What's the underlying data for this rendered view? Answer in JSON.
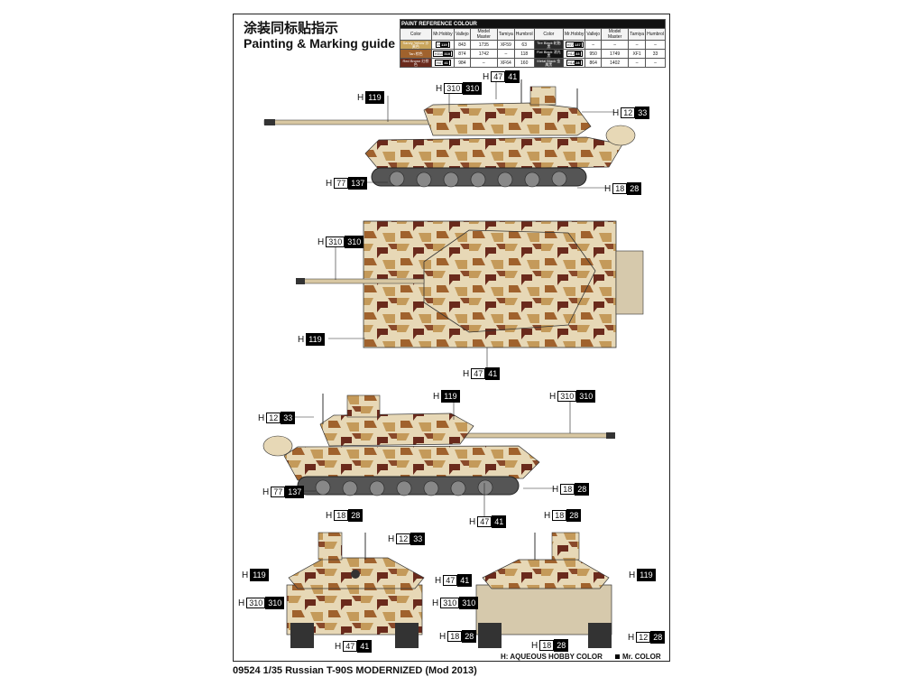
{
  "header": {
    "title_cn": "涂装同标贴指示",
    "title_en": "Painting & Marking guide"
  },
  "color_table": {
    "title": "PAINT REFERENCE COLOUR",
    "columns": [
      "Color",
      "Mr.Hobby",
      "Vallejo",
      "Model Master",
      "Tamiya",
      "Humbrol"
    ],
    "left_rows": [
      {
        "name": "Sandy Yellow 沙黄色",
        "h": "H",
        "white": "",
        "black": "119",
        "vallejo": "843",
        "mm": "1735",
        "tamiya": "XF59",
        "humbrol": "63",
        "swatch": "#c9a55c"
      },
      {
        "name": "Tan 棕色",
        "h": "H",
        "white": "310",
        "black": "310",
        "vallejo": "874",
        "mm": "1742",
        "tamiya": "–",
        "humbrol": "118",
        "swatch": "#a0622d"
      },
      {
        "name": "Red Brown 红棕色",
        "h": "H",
        "white": "47",
        "black": "41",
        "vallejo": "984",
        "mm": "–",
        "tamiya": "XF64",
        "humbrol": "160",
        "swatch": "#6a2a1c"
      }
    ],
    "right_rows": [
      {
        "name": "Tire Black 轮胎黑",
        "h": "H",
        "white": "77",
        "black": "137",
        "vallejo": "–",
        "mm": "–",
        "tamiya": "–",
        "humbrol": "–",
        "swatch": "#2a2a2a"
      },
      {
        "name": "Flat Black 消光黑",
        "h": "H",
        "white": "12",
        "black": "33",
        "vallejo": "950",
        "mm": "1749",
        "tamiya": "XF1",
        "humbrol": "33",
        "swatch": "#111111"
      },
      {
        "name": "Metal Black 金属黑",
        "h": "H",
        "white": "18",
        "black": "28",
        "vallejo": "864",
        "mm": "1402",
        "tamiya": "–",
        "humbrol": "–",
        "swatch": "#3a3a3a"
      }
    ]
  },
  "callouts": {
    "side1_barrel": {
      "h": "H",
      "white": "",
      "black": "119"
    },
    "side1_turret": {
      "h": "H",
      "white": "310",
      "black": "310"
    },
    "side1_optic": {
      "h": "H",
      "white": "47",
      "black": "41"
    },
    "side1_rack": {
      "h": "H",
      "white": "12",
      "black": "33"
    },
    "side1_tracks": {
      "h": "H",
      "white": "77",
      "black": "137"
    },
    "side1_wheels": {
      "h": "H",
      "white": "18",
      "black": "28"
    },
    "top_hull": {
      "h": "H",
      "white": "310",
      "black": "310"
    },
    "top_barrel": {
      "h": "H",
      "white": "",
      "black": "119"
    },
    "top_bottom": {
      "h": "H",
      "white": "47",
      "black": "41"
    },
    "side2_rack": {
      "h": "H",
      "white": "12",
      "black": "33"
    },
    "side2_turret": {
      "h": "H",
      "white": "",
      "black": "119"
    },
    "side2_barrel": {
      "h": "H",
      "white": "310",
      "black": "310"
    },
    "side2_tracks": {
      "h": "H",
      "white": "77",
      "black": "137"
    },
    "side2_wheels": {
      "h": "H",
      "white": "18",
      "black": "28"
    },
    "side2_hull": {
      "h": "H",
      "white": "47",
      "black": "41"
    },
    "front_top": {
      "h": "H",
      "white": "18",
      "black": "28"
    },
    "front_rack": {
      "h": "H",
      "white": "12",
      "black": "33"
    },
    "front_side": {
      "h": "H",
      "white": "",
      "black": "119"
    },
    "front_lower": {
      "h": "H",
      "white": "310",
      "black": "310"
    },
    "front_bottom": {
      "h": "H",
      "white": "47",
      "black": "41"
    },
    "rear_top": {
      "h": "H",
      "white": "18",
      "black": "28"
    },
    "rear_left": {
      "h": "H",
      "white": "47",
      "black": "41"
    },
    "rear_lower": {
      "h": "H",
      "white": "310",
      "black": "310"
    },
    "rear_side": {
      "h": "H",
      "white": "",
      "black": "119"
    },
    "rear_bottom": {
      "h": "H",
      "white": "18",
      "black": "28"
    },
    "front_tracks": {
      "h": "H",
      "white": "18",
      "black": "28"
    },
    "rear_tracks": {
      "h": "H",
      "white": "12",
      "black": "28"
    }
  },
  "legend": {
    "aqueous": "H: AQUEOUS HOBBY COLOR",
    "mrcolor": "Mr. COLOR"
  },
  "footer": "09524  1/35  Russian T-90S MODERNIZED (Mod 2013)"
}
